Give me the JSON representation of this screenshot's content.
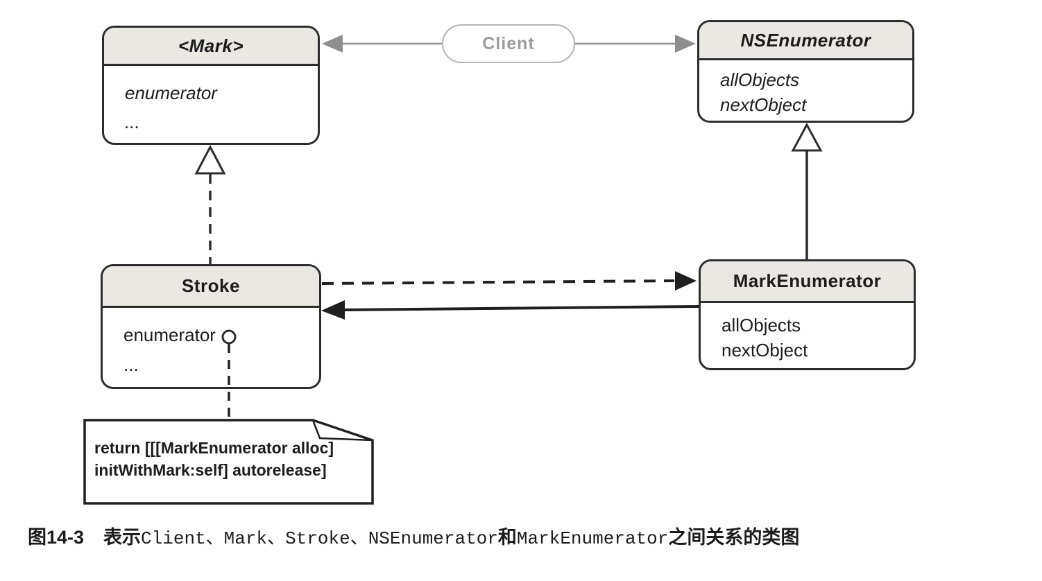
{
  "client": {
    "label": "Client"
  },
  "boxes": {
    "mark": {
      "title": "<Mark>",
      "members": [
        "enumerator",
        "..."
      ]
    },
    "nsenumerator": {
      "title": "NSEnumerator",
      "members": [
        "allObjects",
        "nextObject"
      ]
    },
    "stroke": {
      "title": "Stroke",
      "members": [
        "enumerator",
        "..."
      ]
    },
    "markenumerator": {
      "title": "MarkEnumerator",
      "members": [
        "allObjects",
        "nextObject"
      ]
    }
  },
  "note": {
    "lines": [
      "return [[[MarkEnumerator alloc]",
      "initWithMark:self] autorelease]"
    ]
  },
  "caption": {
    "label": "图14-3",
    "seg1": "表示",
    "seg2": "Client、Mark、Stroke、NSEnumerator",
    "seg3": "和",
    "seg4": "MarkEnumerator",
    "seg5": "之间关系的类图"
  },
  "colors": {
    "box_border": "#2d2d2d",
    "header_fill": "#e9e8e3",
    "client_border": "#b3b3b3",
    "client_text": "#9b9b9b",
    "arrow_gray": "#8f8f8f",
    "arrow_black": "#1f1f1f"
  }
}
